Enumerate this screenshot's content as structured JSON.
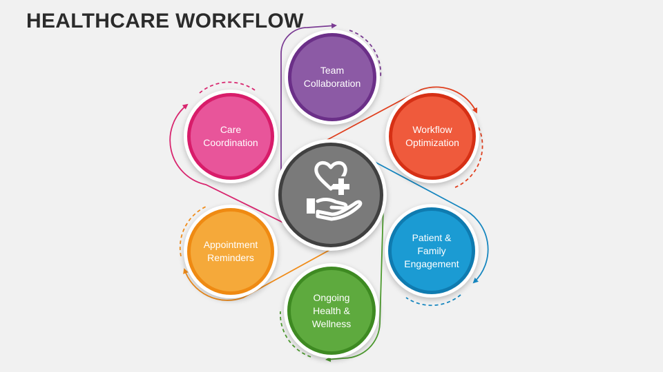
{
  "title": "HEALTHCARE WORKFLOW",
  "center": {
    "icon": "hand-heart-plus-icon",
    "fill": "#7a7a7a",
    "border": "#404040"
  },
  "nodes": [
    {
      "key": "team",
      "label": "Team Collaboration",
      "lines": [
        "Team",
        "Collaboration"
      ],
      "fill": "#8c5aa5",
      "ring": "#6b2f88",
      "arrow": "#7a3b93"
    },
    {
      "key": "workflow",
      "label": "Workflow Optimization",
      "lines": [
        "Workflow",
        "Optimization"
      ],
      "fill": "#ef5a3c",
      "ring": "#d63015",
      "arrow": "#e0401f"
    },
    {
      "key": "patient",
      "label": "Patient & Family Engagement",
      "lines": [
        "Patient &",
        "Family",
        "Engagement"
      ],
      "fill": "#1b9bd3",
      "ring": "#0f7bb0",
      "arrow": "#1686bf"
    },
    {
      "key": "ongoing",
      "label": "Ongoing Health & Wellness",
      "lines": [
        "Ongoing",
        "Health &",
        "Wellness"
      ],
      "fill": "#5eaa3e",
      "ring": "#3e8a22",
      "arrow": "#4c9a2e"
    },
    {
      "key": "appointment",
      "label": "Appointment Reminders",
      "lines": [
        "Appointment",
        "Reminders"
      ],
      "fill": "#f5a93a",
      "ring": "#ef8a12",
      "arrow": "#f08c1a"
    },
    {
      "key": "care",
      "label": "Care Coordination",
      "lines": [
        "Care",
        "Coordination"
      ],
      "fill": "#e8559a",
      "ring": "#d81c6a",
      "arrow": "#d8266f"
    }
  ]
}
